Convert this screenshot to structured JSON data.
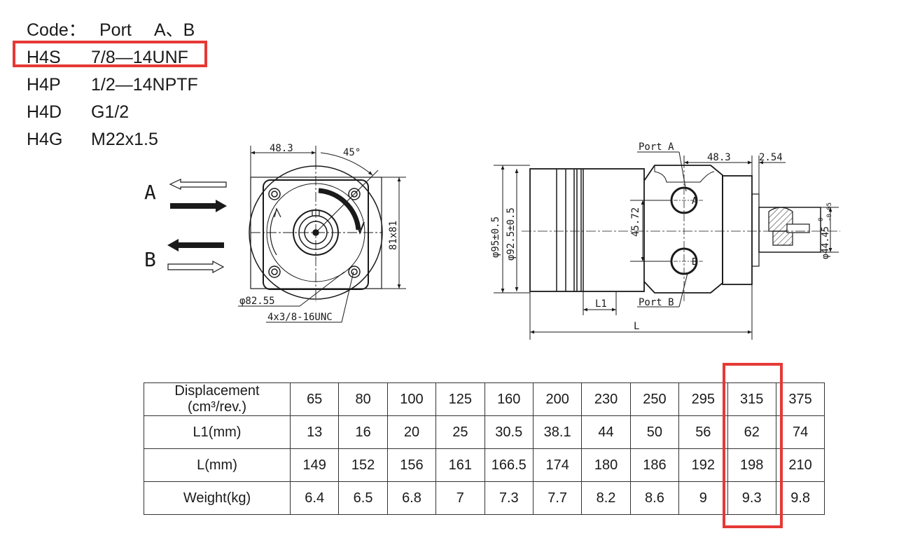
{
  "port_codes": {
    "header": {
      "code_label": "Code：",
      "port_label": "Port",
      "port_names": "A、B"
    },
    "rows": [
      {
        "code": "H4S",
        "thread": "7/8—14UNF",
        "highlighted": true
      },
      {
        "code": "H4P",
        "thread": "1/2—14NPTF"
      },
      {
        "code": "H4D",
        "thread": "G1/2"
      },
      {
        "code": "H4G",
        "thread": "M22x1.5"
      }
    ]
  },
  "rotation": {
    "label_a": "A",
    "label_b": "B"
  },
  "front_view": {
    "dim_width": "48.3",
    "dim_angle": "45°",
    "dim_height": "81x81",
    "dim_pilot": "φ82.55",
    "dim_bolts": "4x3/8-16UNC"
  },
  "side_view": {
    "port_a": "Port A",
    "port_b": "Port B",
    "dim_port_offset": "48.3",
    "dim_shaft_step": "2.54",
    "dim_outer_dia": "φ95±0.5",
    "dim_inner_dia": "φ92.5±0.5",
    "dim_port_spacing": "45.72",
    "dim_shaft_dia": "φ44.45",
    "dim_shaft_tol_upper": "0",
    "dim_shaft_tol_lower": "-0.05",
    "dim_l1": "L1",
    "dim_l": "L",
    "port_mark_a": "A",
    "port_mark_b": "B"
  },
  "spec_table": {
    "rows": [
      {
        "label": "Displacement (cm³/rev.)",
        "values": [
          "65",
          "80",
          "100",
          "125",
          "160",
          "200",
          "230",
          "250",
          "295",
          "315",
          "375"
        ]
      },
      {
        "label": "L1(mm)",
        "values": [
          "13",
          "16",
          "20",
          "25",
          "30.5",
          "38.1",
          "44",
          "50",
          "56",
          "62",
          "74"
        ]
      },
      {
        "label": "L(mm)",
        "values": [
          "149",
          "152",
          "156",
          "161",
          "166.5",
          "174",
          "180",
          "186",
          "192",
          "198",
          "210"
        ]
      },
      {
        "label": "Weight(kg)",
        "values": [
          "6.4",
          "6.5",
          "6.8",
          "7",
          "7.3",
          "7.7",
          "8.2",
          "8.6",
          "9",
          "9.3",
          "9.8"
        ]
      }
    ],
    "highlighted_column": "315"
  },
  "colors": {
    "highlight": "#e53935",
    "ink": "#1a1a1a"
  }
}
